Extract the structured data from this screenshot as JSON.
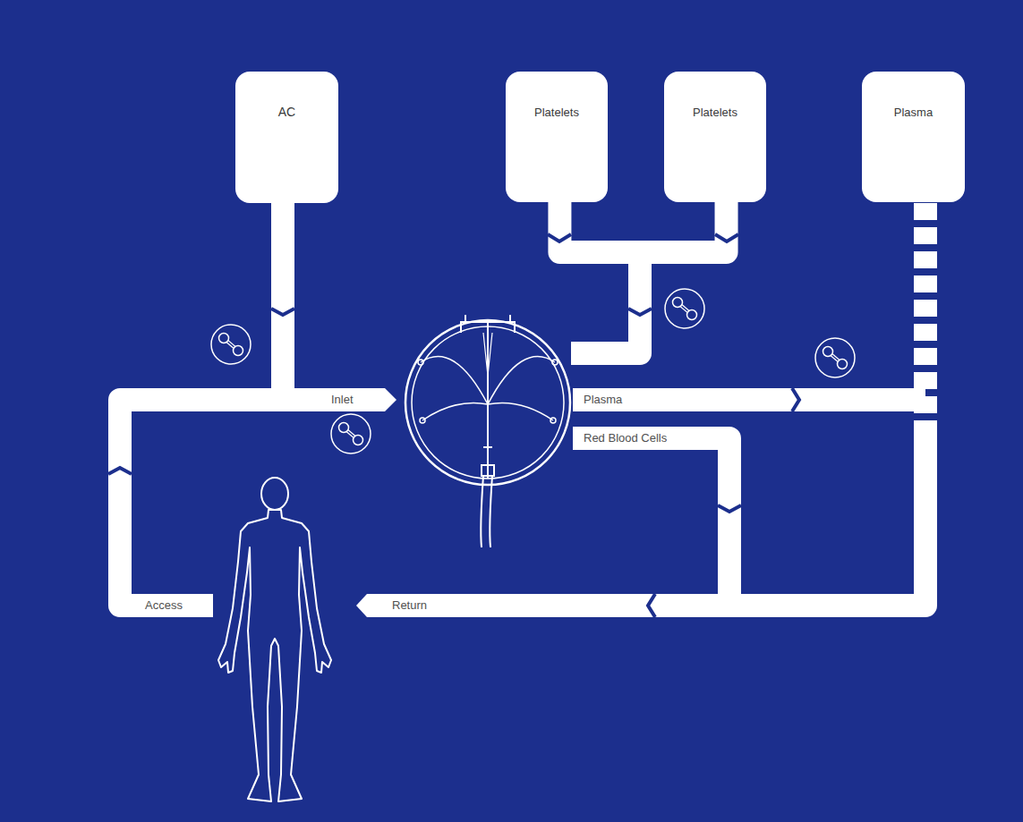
{
  "diagram": {
    "nodes": [
      {
        "text": [
          "AC"
        ]
      },
      {
        "text": [
          "Platelets"
        ]
      },
      {
        "text": [
          "Platelets"
        ]
      },
      {
        "text": [
          "Plasma"
        ]
      }
    ],
    "edges": [
      {
        "from": 1,
        "to": 2,
        "arrow": "none"
      }
    ],
    "labels": [
      "Inlet",
      "Plasma",
      "Red Blood Cells",
      "Access",
      "Return"
    ]
  }
}
